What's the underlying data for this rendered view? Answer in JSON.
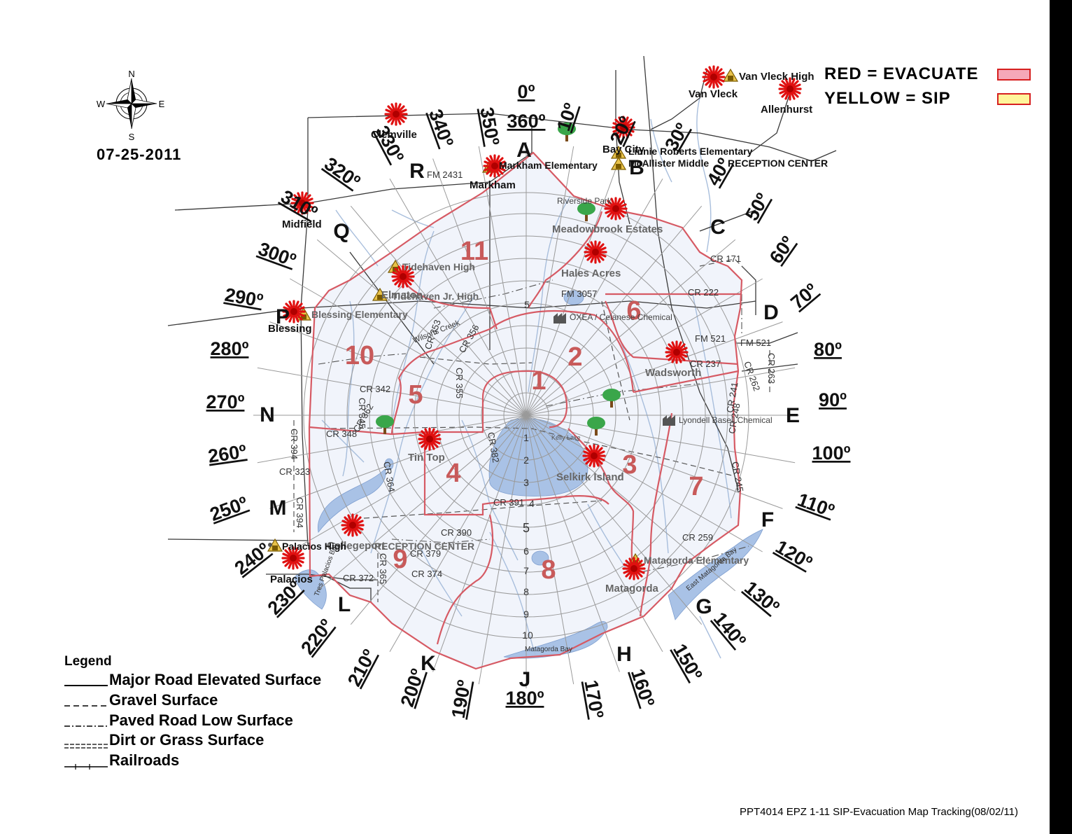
{
  "date": "07-25-2011",
  "compass": {
    "n": "N",
    "s": "S",
    "e": "E",
    "w": "W"
  },
  "status_legend": [
    {
      "text": "RED = EVACUATE",
      "swatch": "#f5a8b8"
    },
    {
      "text": "YELLOW = SIP",
      "swatch": "#fff59b"
    }
  ],
  "legend": {
    "title": "Legend",
    "items": [
      {
        "label": "Major Road Elevated Surface",
        "style": "solid"
      },
      {
        "label": "Gravel Surface",
        "style": "dashed"
      },
      {
        "label": "Paved Road Low Surface",
        "style": "dashdot"
      },
      {
        "label": "Dirt or Grass Surface",
        "style": "double"
      },
      {
        "label": "Railroads",
        "style": "rail"
      }
    ]
  },
  "footer": "PPT4014 EPZ 1-11 SIP-Evacuation Map Tracking(08/02/11)",
  "bearings": [
    "0º",
    "360º",
    "10º",
    "20º",
    "30º",
    "40º",
    "50º",
    "60º",
    "70º",
    "80º",
    "90º",
    "100º",
    "110º",
    "120º",
    "130º",
    "140º",
    "150º",
    "160º",
    "170º",
    "180º",
    "190º",
    "200º",
    "210º",
    "220º",
    "230º",
    "240º",
    "250º",
    "260º",
    "270º",
    "280º",
    "290º",
    "300º",
    "310º",
    "320º",
    "330º",
    "340º",
    "350º"
  ],
  "sectors": [
    "A",
    "B",
    "C",
    "D",
    "E",
    "F",
    "G",
    "H",
    "J",
    "K",
    "L",
    "M",
    "N",
    "P",
    "Q",
    "R"
  ],
  "zones": [
    "1",
    "2",
    "3",
    "4",
    "5",
    "6",
    "7",
    "8",
    "9",
    "10",
    "11"
  ],
  "ring_labels": [
    "1",
    "2",
    "3",
    "4",
    "5",
    "5",
    "6",
    "7",
    "8",
    "9",
    "10"
  ],
  "places": [
    "Van Vleck High",
    "Van Vleck",
    "Allenhurst",
    "Clemville",
    "Bay City",
    "Linnie Roberts Elementary",
    "McAllister Middle",
    "RECEPTION CENTER",
    "Markham Elementary",
    "Markham",
    "Midfield",
    "Riverside Park",
    "Meadowbrook Estates",
    "Tidehaven High",
    "Tidehaven Jr. High",
    "Elmaton",
    "Hales Acres",
    "OXEA / Celanese Chemical",
    "Blessing Elementary",
    "Blessing",
    "Wadsworth",
    "Lyondell Basell Chemical",
    "Kelly Lake",
    "Tin Top",
    "Selkirk Island",
    "Collegeport",
    "Palacios High",
    "RECEPTION CENTER",
    "Palacios",
    "Matagorda Elementary",
    "Matagorda",
    "East Matagorda Bay",
    "Matagorda Bay",
    "Tres Palacios Bay",
    "Wilsons Creek"
  ],
  "roads": [
    "FM 2431",
    "CR 171",
    "CR 222",
    "FM 3057",
    "FM 521",
    "FM 521",
    "CR 237",
    "CR 262",
    "CR 263",
    "CR 241",
    "CR 248",
    "CR 245",
    "CR 342",
    "CR 345",
    "CR 348",
    "CR 394",
    "CR 323",
    "CR 394",
    "CR 362",
    "CR 364",
    "CR 382",
    "CR 391",
    "CR 390",
    "CR 379",
    "CR 374",
    "CR 365",
    "CR 372",
    "CR 259",
    "CR 355",
    "CR 353",
    "CR 356"
  ]
}
